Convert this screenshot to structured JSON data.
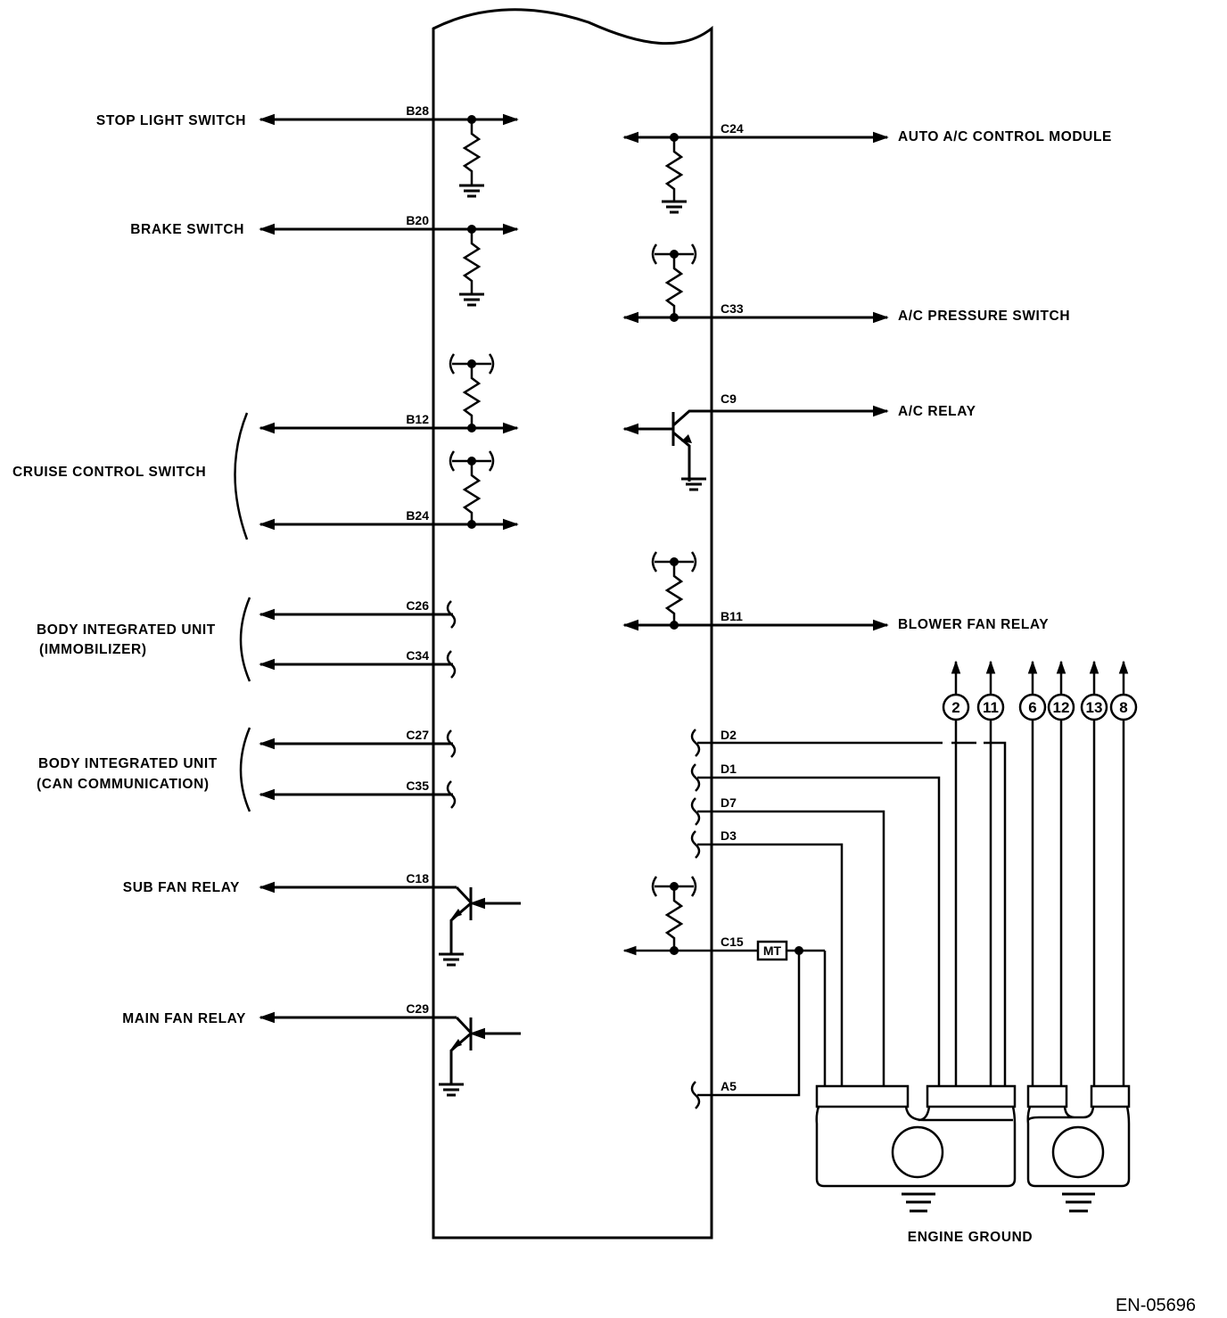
{
  "diagram": {
    "figure_code": "EN-05696",
    "ground_label": "ENGINE GROUND",
    "mt_label": "MT",
    "left_signals": [
      {
        "pin": "B28",
        "label": "STOP LIGHT SWITCH"
      },
      {
        "pin": "B20",
        "label": "BRAKE SWITCH"
      },
      {
        "pin": "B12",
        "label": ""
      },
      {
        "pin": "B24",
        "label": ""
      },
      {
        "pin": "C26",
        "label": ""
      },
      {
        "pin": "C34",
        "label": ""
      },
      {
        "pin": "C27",
        "label": ""
      },
      {
        "pin": "C35",
        "label": ""
      },
      {
        "pin": "C18",
        "label": "SUB FAN RELAY"
      },
      {
        "pin": "C29",
        "label": "MAIN FAN RELAY"
      }
    ],
    "groups": [
      {
        "lines": [
          "CRUISE CONTROL SWITCH"
        ]
      },
      {
        "lines": [
          "BODY INTEGRATED UNIT",
          "(IMMOBILIZER)"
        ]
      },
      {
        "lines": [
          "BODY INTEGRATED UNIT",
          "(CAN COMMUNICATION)"
        ]
      }
    ],
    "right_signals": [
      {
        "pin": "C24",
        "label": "AUTO A/C CONTROL MODULE"
      },
      {
        "pin": "C33",
        "label": "A/C PRESSURE SWITCH"
      },
      {
        "pin": "C9",
        "label": "A/C RELAY"
      },
      {
        "pin": "B11",
        "label": "BLOWER FAN RELAY"
      }
    ],
    "ground_pins": [
      "D2",
      "D1",
      "D7",
      "D3",
      "C15",
      "A5"
    ],
    "connector_refs": [
      "2",
      "11",
      "6",
      "12",
      "13",
      "8"
    ]
  }
}
